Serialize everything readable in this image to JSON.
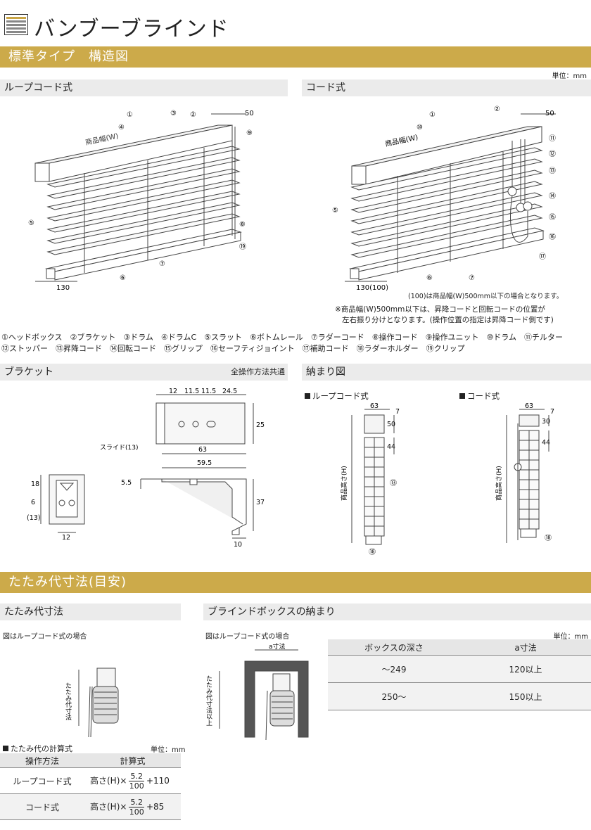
{
  "header": {
    "title": "バンブーブラインド"
  },
  "section1": {
    "band": "標準タイプ　構造図",
    "unit": "単位：mm",
    "loop": {
      "title": "ループコード式",
      "label_width": "商品幅(W)",
      "dim_50": "50",
      "dim_130": "130",
      "nums": [
        "①",
        "②",
        "③",
        "④",
        "⑤",
        "⑥",
        "⑦",
        "⑧",
        "⑲",
        "⑨"
      ]
    },
    "cord": {
      "title": "コード式",
      "label_width": "商品幅(W)",
      "dim_50": "50",
      "dim_130": "130(100)",
      "nums": [
        "①",
        "②",
        "⑩",
        "⑤",
        "⑥",
        "⑦",
        "⑪",
        "⑫",
        "⑬",
        "⑭",
        "⑮",
        "⑯",
        "⑰"
      ],
      "note1": "(100)は商品幅(W)500mm以下の場合となります。",
      "note2": "※商品幅(W)500mm以下は、昇降コードと回転コードの位置が",
      "note3": "左右振り分けとなります。(操作位置の指定は昇降コード側です)"
    },
    "legend1": "①ヘッドボックス　②ブラケット　③ドラム　④ドラムC　⑤スラット　⑥ボトムレール　⑦ラダーコード　⑧操作コード　⑨操作ユニット　⑩ドラム　⑪チルター",
    "legend2": "⑫ストッパー　⑬昇降コード　⑭回転コード　⑮グリップ　⑯セーフティジョイント　⑰補助コード　⑱ラダーホルダー　⑲クリップ"
  },
  "bracket": {
    "title": "ブラケット",
    "note": "全操作方法共通",
    "dims": {
      "d12": "12",
      "d115a": "11.5",
      "d115b": "11.5",
      "d245": "24.5",
      "d25": "25",
      "slide": "スライド(13)",
      "d63": "63",
      "d595": "59.5",
      "d55": "5.5",
      "d37": "37",
      "d10": "10",
      "d18": "18",
      "d6": "6",
      "d13": "(13)",
      "d12b": "12"
    }
  },
  "fit": {
    "title": "納まり図",
    "loop_label": "ループコード式",
    "cord_label": "コード式",
    "height_label": "商品高さ(H)",
    "loop_dims": {
      "d63": "63",
      "d7": "7",
      "d50": "50",
      "d44": "44",
      "n13": "⑬",
      "n18": "⑱"
    },
    "cord_dims": {
      "d63": "63",
      "d7": "7",
      "d30": "30",
      "d44": "44",
      "n18": "⑱"
    }
  },
  "section2": {
    "band": "たたみ代寸法(目安)",
    "left": {
      "title": "たたみ代寸法",
      "note": "図はループコード式の場合",
      "vlabel": "たたみ代寸法",
      "calc_title": "たたみ代の計算式",
      "unit": "単位：mm",
      "headers": [
        "操作方法",
        "計算式"
      ],
      "rows": [
        {
          "method": "ループコード式",
          "prefix": "高さ(H)×",
          "num": "5.2",
          "den": "100",
          "suffix": "+110"
        },
        {
          "method": "コード式",
          "prefix": "高さ(H)×",
          "num": "5.2",
          "den": "100",
          "suffix": "+85"
        }
      ]
    },
    "right": {
      "title": "ブラインドボックスの納まり",
      "note": "図はループコード式の場合",
      "unit": "単位：mm",
      "a_label": "a寸法",
      "vlabel": "たたみ代寸法以上",
      "headers": [
        "ボックスの深さ",
        "a寸法"
      ],
      "rows": [
        {
          "depth": "〜249",
          "a": "120以上"
        },
        {
          "depth": "250〜",
          "a": "150以上"
        }
      ]
    }
  }
}
